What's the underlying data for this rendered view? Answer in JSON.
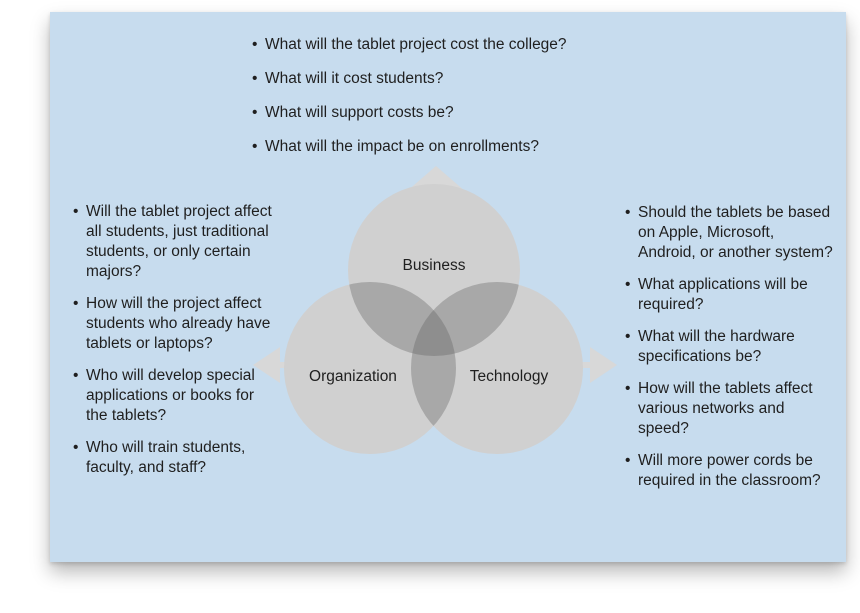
{
  "venn": {
    "business_label": "Business",
    "organization_label": "Organization",
    "technology_label": "Technology"
  },
  "business_questions": [
    "What will the tablet project cost the college?",
    "What will it cost students?",
    "What will support costs be?",
    "What will the impact be on enrollments?"
  ],
  "organization_questions": [
    "Will the tablet project affect all students, just traditional students, or only certain majors?",
    "How will the project affect students who already have tablets or laptops?",
    "Who will develop special applications or books for the tablets?",
    "Who will train students, faculty, and staff?"
  ],
  "technology_questions": [
    "Should the tablets be based on Apple, Microsoft, Android, or another system?",
    "What applications will be required?",
    "What will the hardware specifications be?",
    "How will the tablets affect various networks and speed?",
    "Will more power cords be required in the classroom?"
  ],
  "colors": {
    "panel_background": "#c7dcee",
    "circle_fill": "#d0d0d0",
    "overlap_fill": "#a8a8a8",
    "center_fill": "#8e8e8e",
    "arrow_fill": "#d8d8d8"
  }
}
